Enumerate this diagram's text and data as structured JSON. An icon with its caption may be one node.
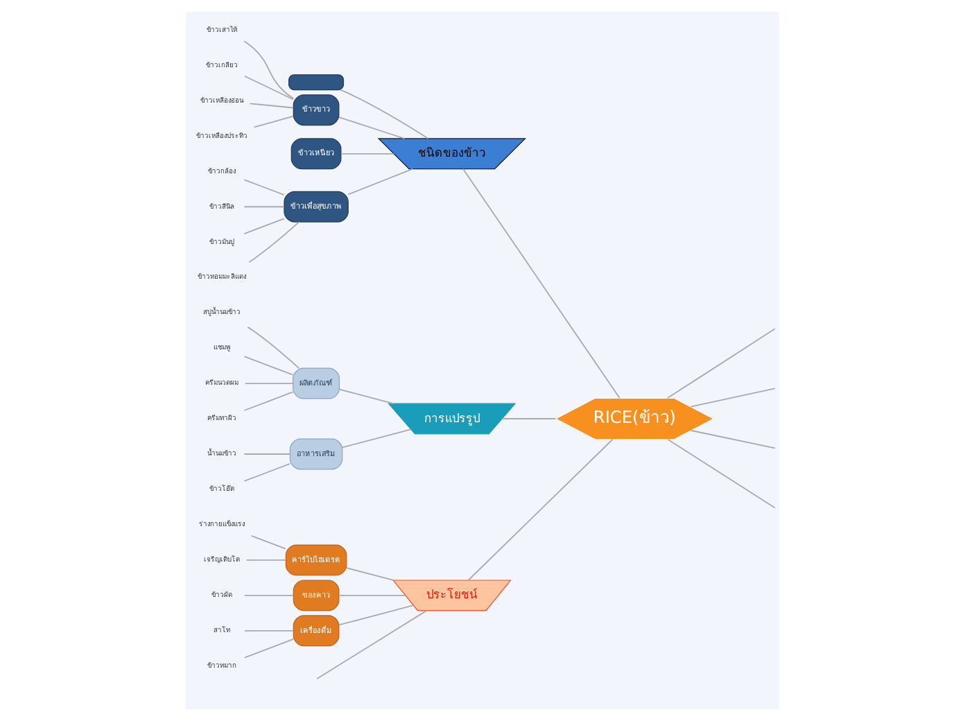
{
  "diagram": {
    "nodes": [
      {
        "text": [
          "RICE(ข้าว)"
        ]
      },
      {
        "text": [
          "ชนิดของข้าว"
        ]
      },
      {
        "text": [],
        "shape": "box"
      },
      {
        "text": [
          "ข้าวขาว"
        ]
      },
      {
        "text": [
          "ข้าวเสาไห้"
        ]
      },
      {
        "text": [
          "ข้าวเกลียว"
        ]
      },
      {
        "text": [
          "ข้าวเหลืองอ่อน"
        ]
      },
      {
        "text": [
          "ข้าวเหลืองประทิว"
        ]
      },
      {
        "text": [
          "ข้าวเหนียว"
        ]
      },
      {
        "text": [
          "ข้าวเพื่อสุขภาพ"
        ]
      },
      {
        "text": [
          "ข้าวกล้อง"
        ]
      },
      {
        "text": [
          "ข้าวสีนิล"
        ]
      },
      {
        "text": [
          "ข้าวมันปู"
        ]
      },
      {
        "text": [
          "ข้าวหอมมะลิแดง"
        ]
      },
      {
        "text": [
          "การแปรรูป"
        ]
      },
      {
        "text": [
          "ผลิตภัณฑ์"
        ]
      },
      {
        "text": [
          "สบู่น้ำนมข้าว"
        ]
      },
      {
        "text": [
          "แชมพู"
        ]
      },
      {
        "text": [
          "ครีมนวดผม"
        ]
      },
      {
        "text": [
          "ครีมทาผิว"
        ]
      },
      {
        "text": [
          "อาหารเสริม"
        ]
      },
      {
        "text": [
          "น้ำนมข้าว"
        ]
      },
      {
        "text": [
          "ข้าวโอ๊ต"
        ]
      },
      {
        "text": [
          "ประโยชน์"
        ]
      },
      {
        "text": [
          "คาร์โบไฮเดรต"
        ]
      },
      {
        "text": [
          "ร่างกายแข็งแรง"
        ]
      },
      {
        "text": [
          "เจริญเติบโต"
        ]
      },
      {
        "text": [
          "ของคาว"
        ]
      },
      {
        "text": [
          "ข้าวผัด"
        ]
      },
      {
        "text": [
          "เครื่องดื่ม"
        ]
      },
      {
        "text": [
          "สาโท"
        ]
      },
      {
        "text": [
          "ข้าวหมาก"
        ]
      }
    ],
    "edges": [
      {
        "from": 0,
        "to": null,
        "arrow": "none"
      },
      {
        "from": 0,
        "to": null,
        "arrow": "none"
      },
      {
        "from": 0,
        "to": 1,
        "arrow": "none"
      },
      {
        "from": 1,
        "to": 2,
        "arrow": "none"
      },
      {
        "from": 1,
        "to": 3,
        "arrow": "none"
      },
      {
        "from": 3,
        "to": 4,
        "arrow": "none"
      },
      {
        "from": 3,
        "to": 5,
        "arrow": "none"
      },
      {
        "from": 3,
        "to": 6,
        "arrow": "none"
      },
      {
        "from": 3,
        "to": 7,
        "arrow": "none"
      },
      {
        "from": 1,
        "to": 8,
        "arrow": "none"
      },
      {
        "from": 1,
        "to": 9,
        "arrow": "none"
      },
      {
        "from": 9,
        "to": 10,
        "arrow": "none"
      },
      {
        "from": 9,
        "to": 11,
        "arrow": "none"
      },
      {
        "from": 9,
        "to": 12,
        "arrow": "none"
      },
      {
        "from": 9,
        "to": 13,
        "arrow": "none"
      },
      {
        "from": 0,
        "to": 14,
        "arrow": "none"
      },
      {
        "from": 14,
        "to": 15,
        "arrow": "none"
      },
      {
        "from": 15,
        "to": 16,
        "arrow": "none"
      },
      {
        "from": 15,
        "to": 17,
        "arrow": "none"
      },
      {
        "from": 15,
        "to": 18,
        "arrow": "none"
      },
      {
        "from": 15,
        "to": 19,
        "arrow": "none"
      },
      {
        "from": 14,
        "to": 20,
        "arrow": "none"
      },
      {
        "from": 20,
        "to": 21,
        "arrow": "none"
      },
      {
        "from": 20,
        "to": 22,
        "arrow": "none"
      },
      {
        "from": 0,
        "to": 23,
        "arrow": "none"
      },
      {
        "from": 23,
        "to": 24,
        "arrow": "none"
      },
      {
        "from": 24,
        "to": 25,
        "arrow": "none"
      },
      {
        "from": 24,
        "to": 26,
        "arrow": "none"
      },
      {
        "from": 23,
        "to": 27,
        "arrow": "none"
      },
      {
        "from": 27,
        "to": 28,
        "arrow": "none"
      },
      {
        "from": 23,
        "to": 29,
        "arrow": "none"
      },
      {
        "from": 29,
        "to": 30,
        "arrow": "none"
      },
      {
        "from": 29,
        "to": 31,
        "arrow": "none"
      },
      {
        "from": 23,
        "to": null,
        "arrow": "none"
      },
      {
        "from": 0,
        "to": null,
        "arrow": "none"
      },
      {
        "from": 0,
        "to": null,
        "arrow": "none"
      }
    ]
  }
}
